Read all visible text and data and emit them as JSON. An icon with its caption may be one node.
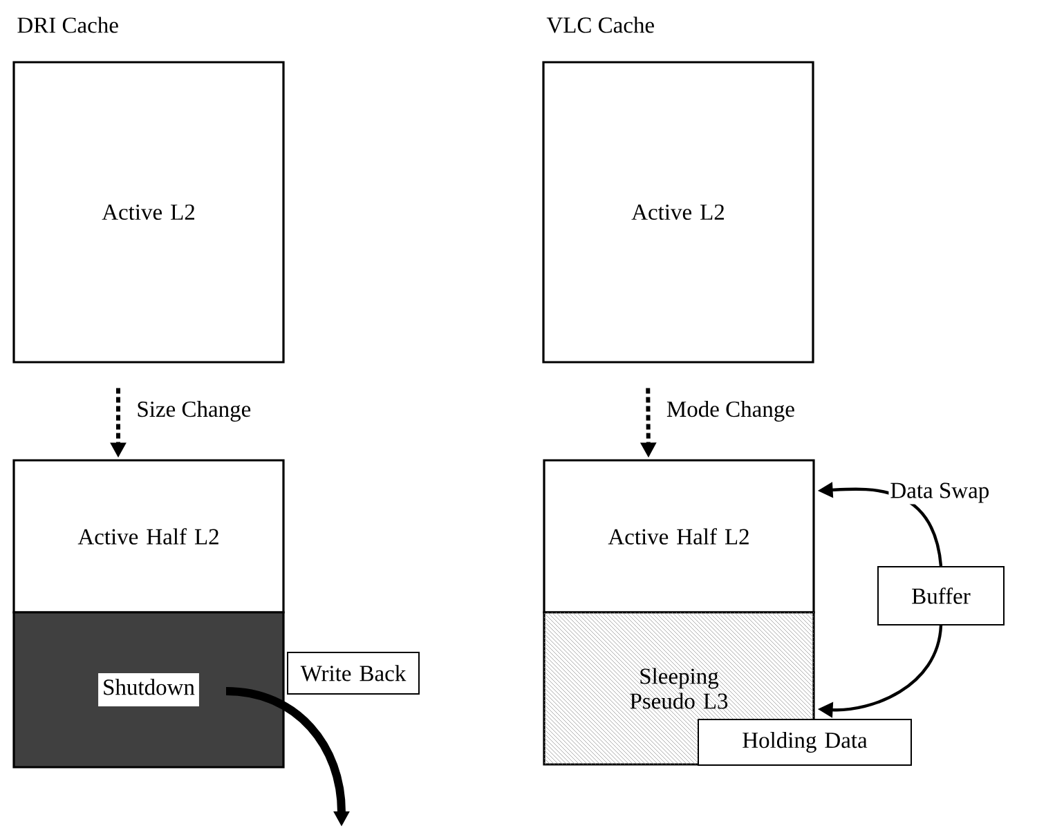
{
  "diagram": {
    "nodes": [
      {
        "text": [
          "Active L2"
        ],
        "beside": [
          "DRI Cache"
        ]
      },
      {
        "text": [
          "Active Half L2"
        ]
      },
      {
        "text": [
          "Shutdown"
        ]
      },
      {
        "text": [
          "Write Back"
        ]
      },
      {
        "text": [
          "Active L2"
        ],
        "beside": [
          "VLC Cache"
        ]
      },
      {
        "text": [
          "Active Half L2"
        ]
      },
      {
        "text": [
          "Sleeping Pseudo L3"
        ]
      },
      {
        "text": [
          "Buffer"
        ]
      },
      {
        "text": [
          "Holding Data"
        ]
      }
    ],
    "edges": [
      {
        "from": 0,
        "to": 1,
        "arrow": "to",
        "style": "dashed",
        "label": "Size Change"
      },
      {
        "from": 4,
        "to": 5,
        "arrow": "to",
        "style": "dashed",
        "label": "Mode Change"
      },
      {
        "from": 2,
        "to": null,
        "arrow": "to",
        "style": "thick"
      },
      {
        "from": 7,
        "to": 5,
        "arrow": "to",
        "label": "Data Swap"
      },
      {
        "from": 7,
        "to": 6,
        "arrow": "to"
      }
    ]
  }
}
